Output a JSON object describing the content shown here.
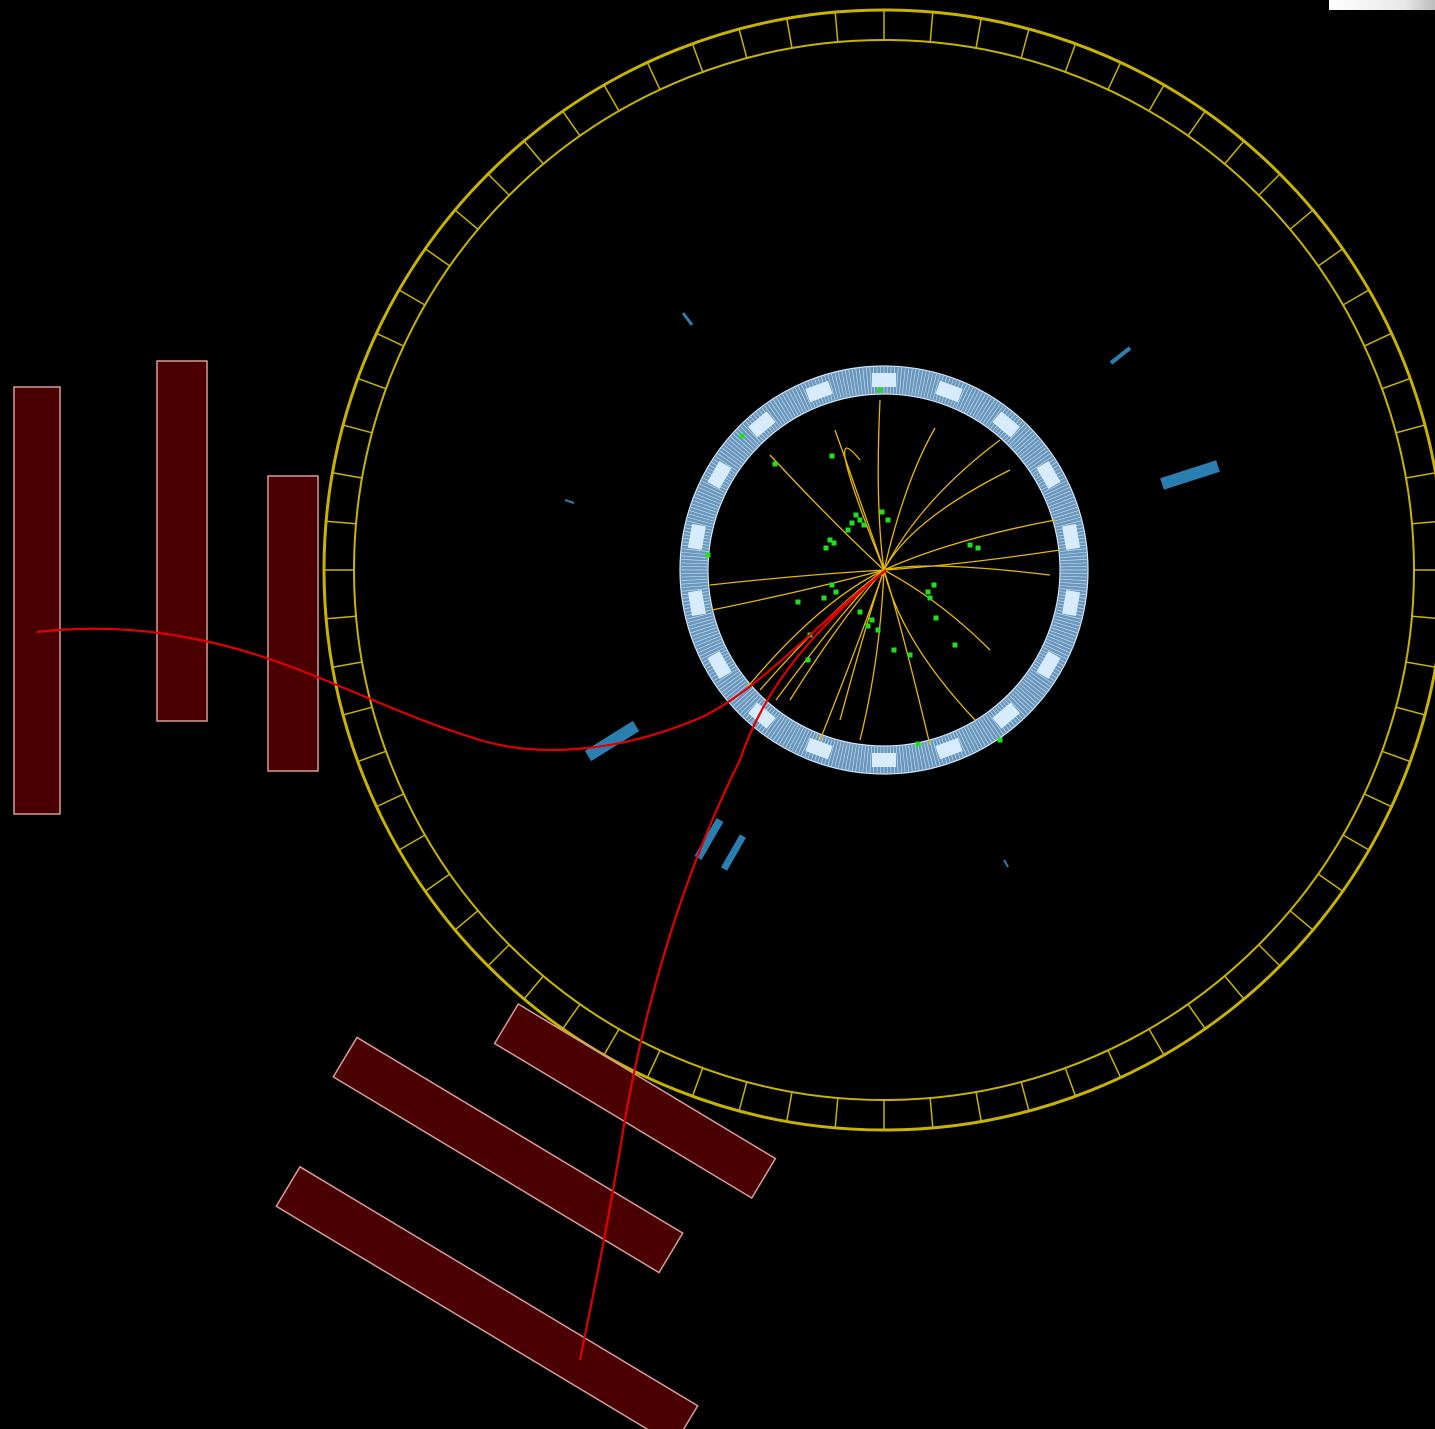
{
  "colors": {
    "background": "#000000",
    "muon_chamber_fill": "#4a0000",
    "muon_chamber_edge": "#d99a9a",
    "muon_track": "#e00000",
    "calorimeter_ring": "#c8b400",
    "inner_ring": "#9cc8ec",
    "inner_ring_segment": "#d8ecff",
    "charged_track": "#e6b800",
    "hit": "#22dd22",
    "energy_deposit": "#2a7fb0"
  },
  "scene": {
    "muon_chamber_count": 6,
    "muon_track_count": 2,
    "charged_track_count": 22,
    "energy_deposit_count": 9
  }
}
